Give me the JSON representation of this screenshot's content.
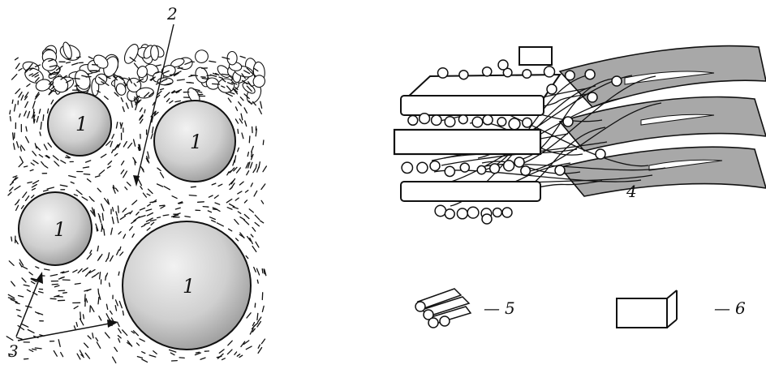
{
  "labels": {
    "particle": "1",
    "fiber_region": "2",
    "fiber_shell": "3",
    "fiber_bundle": "4",
    "rod_legend": "5",
    "block_legend": "6",
    "dash": "—"
  },
  "colors": {
    "particle_fill_center": "#ececec",
    "particle_fill_edge": "#9a9a9a",
    "ribbon_fill": "#a8a8a8",
    "ink": "#111111"
  }
}
